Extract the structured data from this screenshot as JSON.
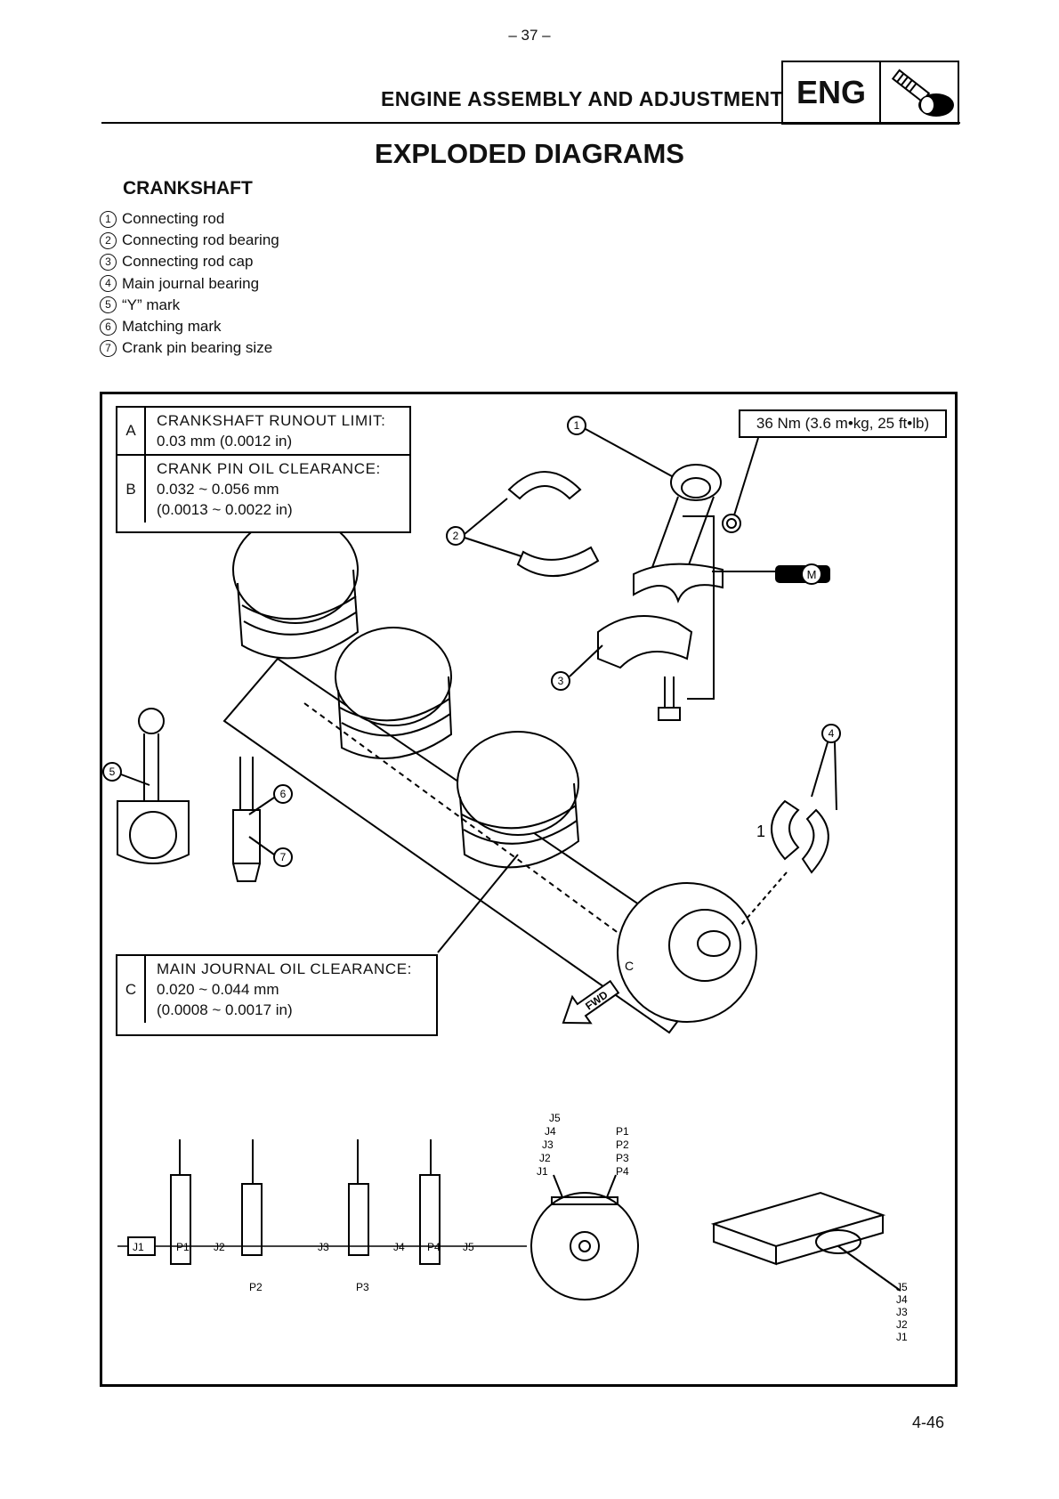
{
  "header": {
    "page_number_top": "– 37 –",
    "section_title": "ENGINE ASSEMBLY AND ADJUSTMENT",
    "section_badge": "ENG"
  },
  "title": "EXPLODED DIAGRAMS",
  "subsection": "CRANKSHAFT",
  "legend": [
    {
      "num": "1",
      "label": "Connecting rod"
    },
    {
      "num": "2",
      "label": "Connecting rod bearing"
    },
    {
      "num": "3",
      "label": "Connecting rod cap"
    },
    {
      "num": "4",
      "label": "Main journal bearing"
    },
    {
      "num": "5",
      "label": "“Y” mark"
    },
    {
      "num": "6",
      "label": "Matching mark"
    },
    {
      "num": "7",
      "label": "Crank pin bearing size"
    }
  ],
  "specs": {
    "a": {
      "key": "A",
      "title": "CRANKSHAFT RUNOUT LIMIT:",
      "lines": [
        "0.03 mm (0.0012 in)"
      ]
    },
    "b": {
      "key": "B",
      "title": "CRANK PIN OIL CLEARANCE:",
      "lines": [
        "0.032 ~ 0.056 mm",
        "(0.0013 ~ 0.0022 in)"
      ]
    },
    "c": {
      "key": "C",
      "title": "MAIN JOURNAL OIL CLEARANCE:",
      "lines": [
        "0.020 ~ 0.044 mm",
        "(0.0008 ~ 0.0017 in)"
      ]
    }
  },
  "torque": "36 Nm (3.6 m•kg, 25 ft•lb)",
  "diagram_labels": {
    "callouts": [
      "1",
      "2",
      "3",
      "4",
      "5",
      "6",
      "7"
    ],
    "m_symbol": "M",
    "fwd": "FWD",
    "mark_1": "1",
    "mark_c": "C",
    "journals": [
      "J1",
      "J2",
      "J3",
      "J4",
      "J5"
    ],
    "pins": [
      "P1",
      "P2",
      "P3",
      "P4"
    ]
  },
  "page_number_bottom": "4-46"
}
